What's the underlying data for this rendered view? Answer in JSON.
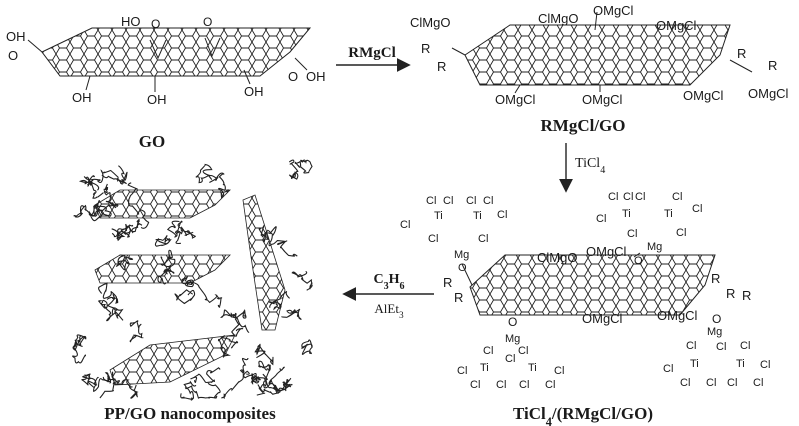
{
  "labels": {
    "go": "GO",
    "rmgcl_go": "RMgCl/GO",
    "ticl4_rmgcl_go": "TiCl4/(RMgCl/GO)",
    "pp_go": "PP/GO nanocomposites"
  },
  "arrows": {
    "step1": "RMgCl",
    "step2": "TiCl4",
    "step3_top": "C3H6",
    "step3_bottom": "AlEt3"
  },
  "groups": {
    "cooh": "OH",
    "oh": "OH",
    "ho": "HO",
    "o": "O",
    "omgcl": "OMgCl",
    "clmgo": "ClMgO",
    "r": "R",
    "mg": "Mg",
    "ti": "Ti",
    "cl": "Cl"
  }
}
